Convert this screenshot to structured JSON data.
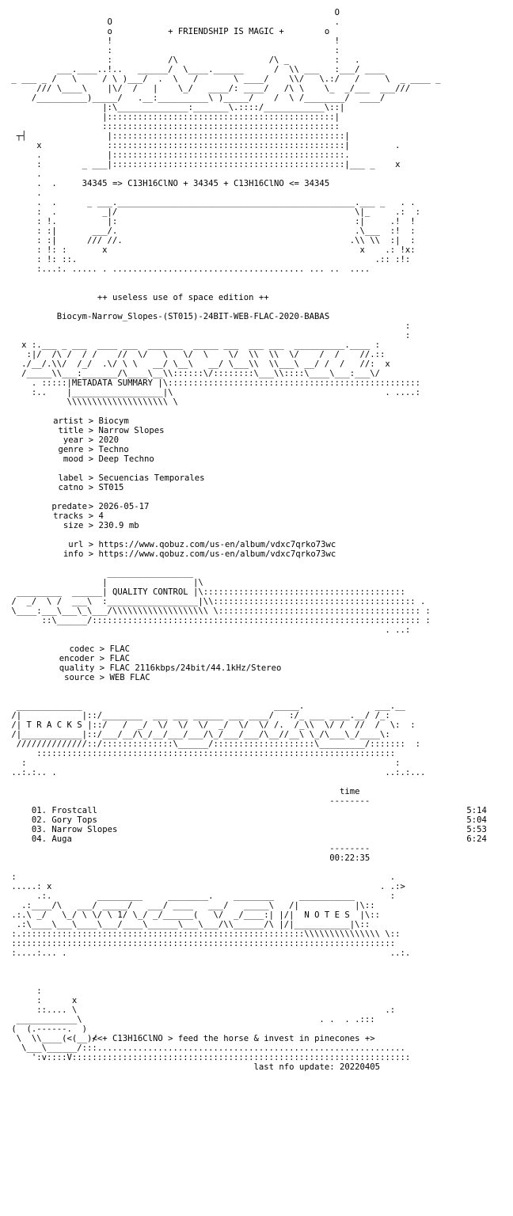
{
  "header": {
    "title": "+ FRIENDSHIP IS MAGIC +",
    "formula": "34345 => C13H16ClNO + 34345 + C13H16ClNO <= 34345",
    "edition": "++ useless use of space edition ++",
    "release": "Biocym-Narrow_Slopes-(ST015)-24BIT-WEB-FLAC-2020-BABAS"
  },
  "metadata": {
    "section_title": "METADATA SUMMARY",
    "fields": [
      {
        "key": "artist",
        "value": "Biocym"
      },
      {
        "key": "title",
        "value": "Narrow Slopes"
      },
      {
        "key": "year",
        "value": "2020"
      },
      {
        "key": "genre",
        "value": "Techno"
      },
      {
        "key": "mood",
        "value": "Deep Techno"
      },
      {
        "key": "label",
        "value": "Secuencias Temporales"
      },
      {
        "key": "catno",
        "value": "ST015"
      },
      {
        "key": "predate",
        "value": "2026-05-17"
      },
      {
        "key": "tracks",
        "value": "4"
      },
      {
        "key": "size",
        "value": "230.9 mb"
      },
      {
        "key": "url",
        "value": "https://www.qobuz.com/us-en/album/vdxc7qrko73wc"
      },
      {
        "key": "info",
        "value": "https://www.qobuz.com/us-en/album/vdxc7qrko73wc"
      }
    ]
  },
  "quality": {
    "section_title": "QUALITY CONTROL",
    "fields": [
      {
        "key": "codec",
        "value": "FLAC"
      },
      {
        "key": "encoder",
        "value": "FLAC"
      },
      {
        "key": "quality",
        "value": "FLAC 2116kbps/24bit/44.1kHz/Stereo"
      },
      {
        "key": "source",
        "value": "WEB FLAC"
      }
    ]
  },
  "tracks": {
    "section_title": "T R A C K S",
    "time_header": "time",
    "items": [
      {
        "num": "01.",
        "name": "Frostcall",
        "time": "5:14"
      },
      {
        "num": "02.",
        "name": "Gory Tops",
        "time": "5:04"
      },
      {
        "num": "03.",
        "name": "Narrow Slopes",
        "time": "5:53"
      },
      {
        "num": "04.",
        "name": "Auga",
        "time": "6:24"
      }
    ],
    "total": "00:22:35"
  },
  "notes": {
    "section_title": "N O T E S"
  },
  "footer": {
    "signature": "<<+ C13H16ClNO > feed the horse & invest in pinecones +>",
    "last_update": "last nfo update: 20220405"
  }
}
